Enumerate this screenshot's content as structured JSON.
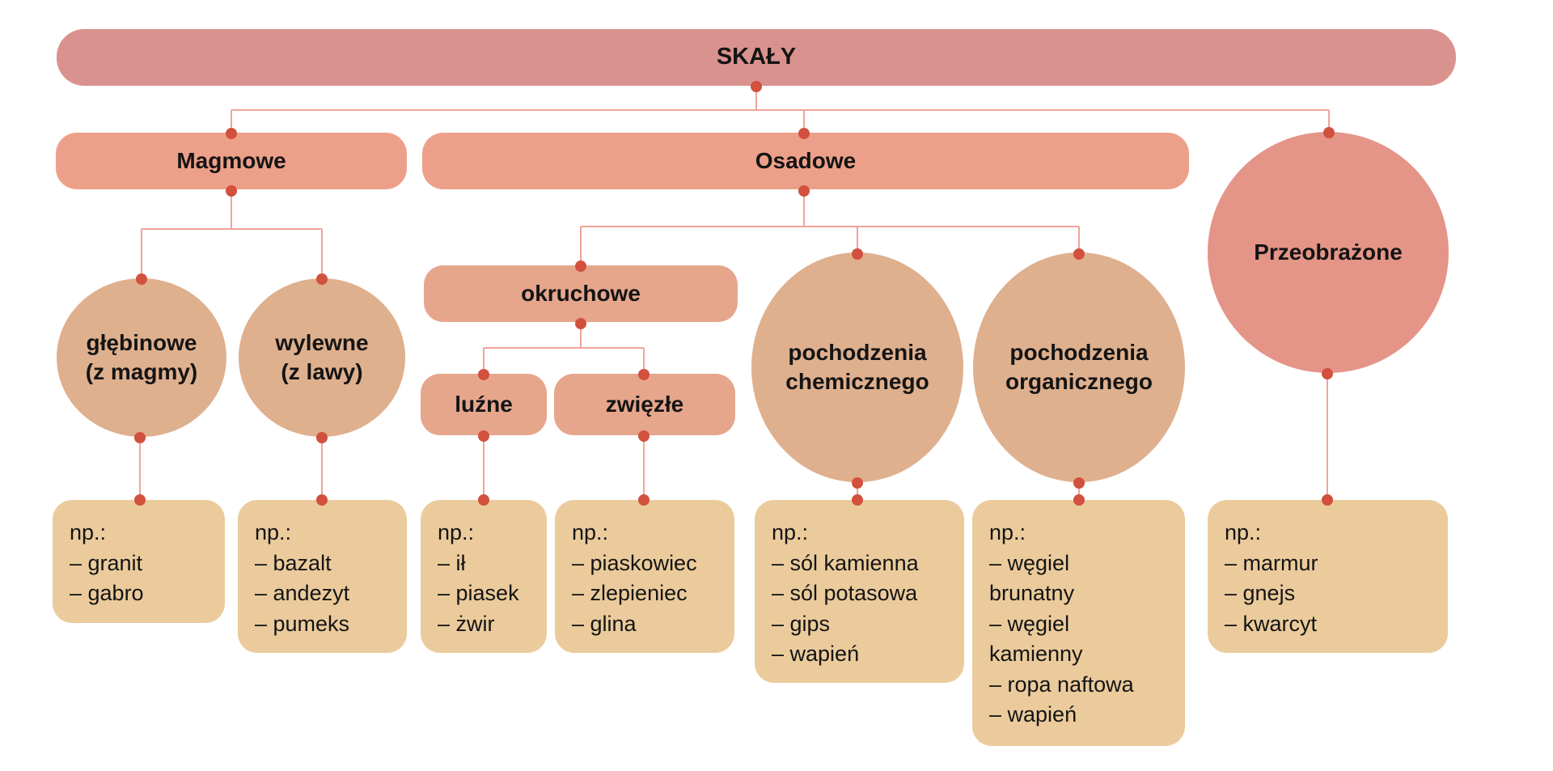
{
  "diagram_title": "SKAŁY",
  "nodes": {
    "root": "SKAŁY",
    "magmowe": "Magmowe",
    "osadowe": "Osadowe",
    "przeobrazone": "Przeobrażone",
    "glebinowe": "głębinowe\n(z magmy)",
    "wylewne": "wylewne\n(z lawy)",
    "okruchowe": "okruchowe",
    "luzne": "luźne",
    "zwiezle": "zwięzłe",
    "chemiczne": "pochodzenia\nchemicznego",
    "organiczne": "pochodzenia\norganicznego"
  },
  "examples": {
    "glebinowe": "np.:\n– granit\n– gabro",
    "wylewne": "np.:\n– bazalt\n– andezyt\n– pumeks",
    "luzne": "np.:\n– ił\n– piasek\n– żwir",
    "zwiezle": "np.:\n– piaskowiec\n– zlepieniec\n– glina",
    "chemiczne": "np.:\n– sól kamienna\n– sól potasowa\n– gips\n– wapień",
    "organiczne": "np.:\n– węgiel\nbrunatny\n– węgiel\nkamienny\n– ropa naftowa\n– wapień",
    "przeobrazone": "np.:\n– marmur\n– gnejs\n– kwarcyt"
  },
  "colors": {
    "root_bar": "#D9928E",
    "level1_box": "#EDA089",
    "metamorphic_circle": "#E49588",
    "sub_box": "#E6A68C",
    "circle": "#DFB08E",
    "example_box": "#EBCB9C",
    "connector": "#F0A49A",
    "dot": "#D2503E",
    "text": "#141414"
  }
}
